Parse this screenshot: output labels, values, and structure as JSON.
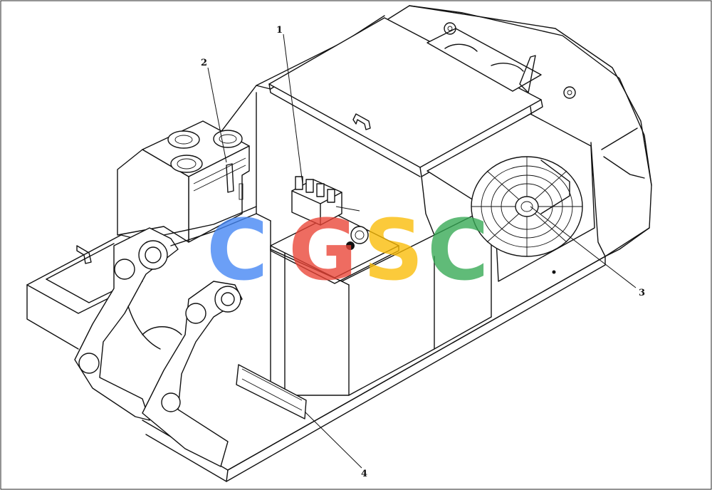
{
  "diagram": {
    "callouts": [
      {
        "id": "callout-1",
        "label": "1"
      },
      {
        "id": "callout-2",
        "label": "2"
      },
      {
        "id": "callout-3",
        "label": "3"
      },
      {
        "id": "callout-4",
        "label": "4"
      }
    ],
    "watermark": {
      "letters": [
        "C",
        "G",
        "S",
        "C"
      ],
      "colors": [
        "#4285f4",
        "#ea4335",
        "#fbbc05",
        "#34a853"
      ]
    }
  }
}
